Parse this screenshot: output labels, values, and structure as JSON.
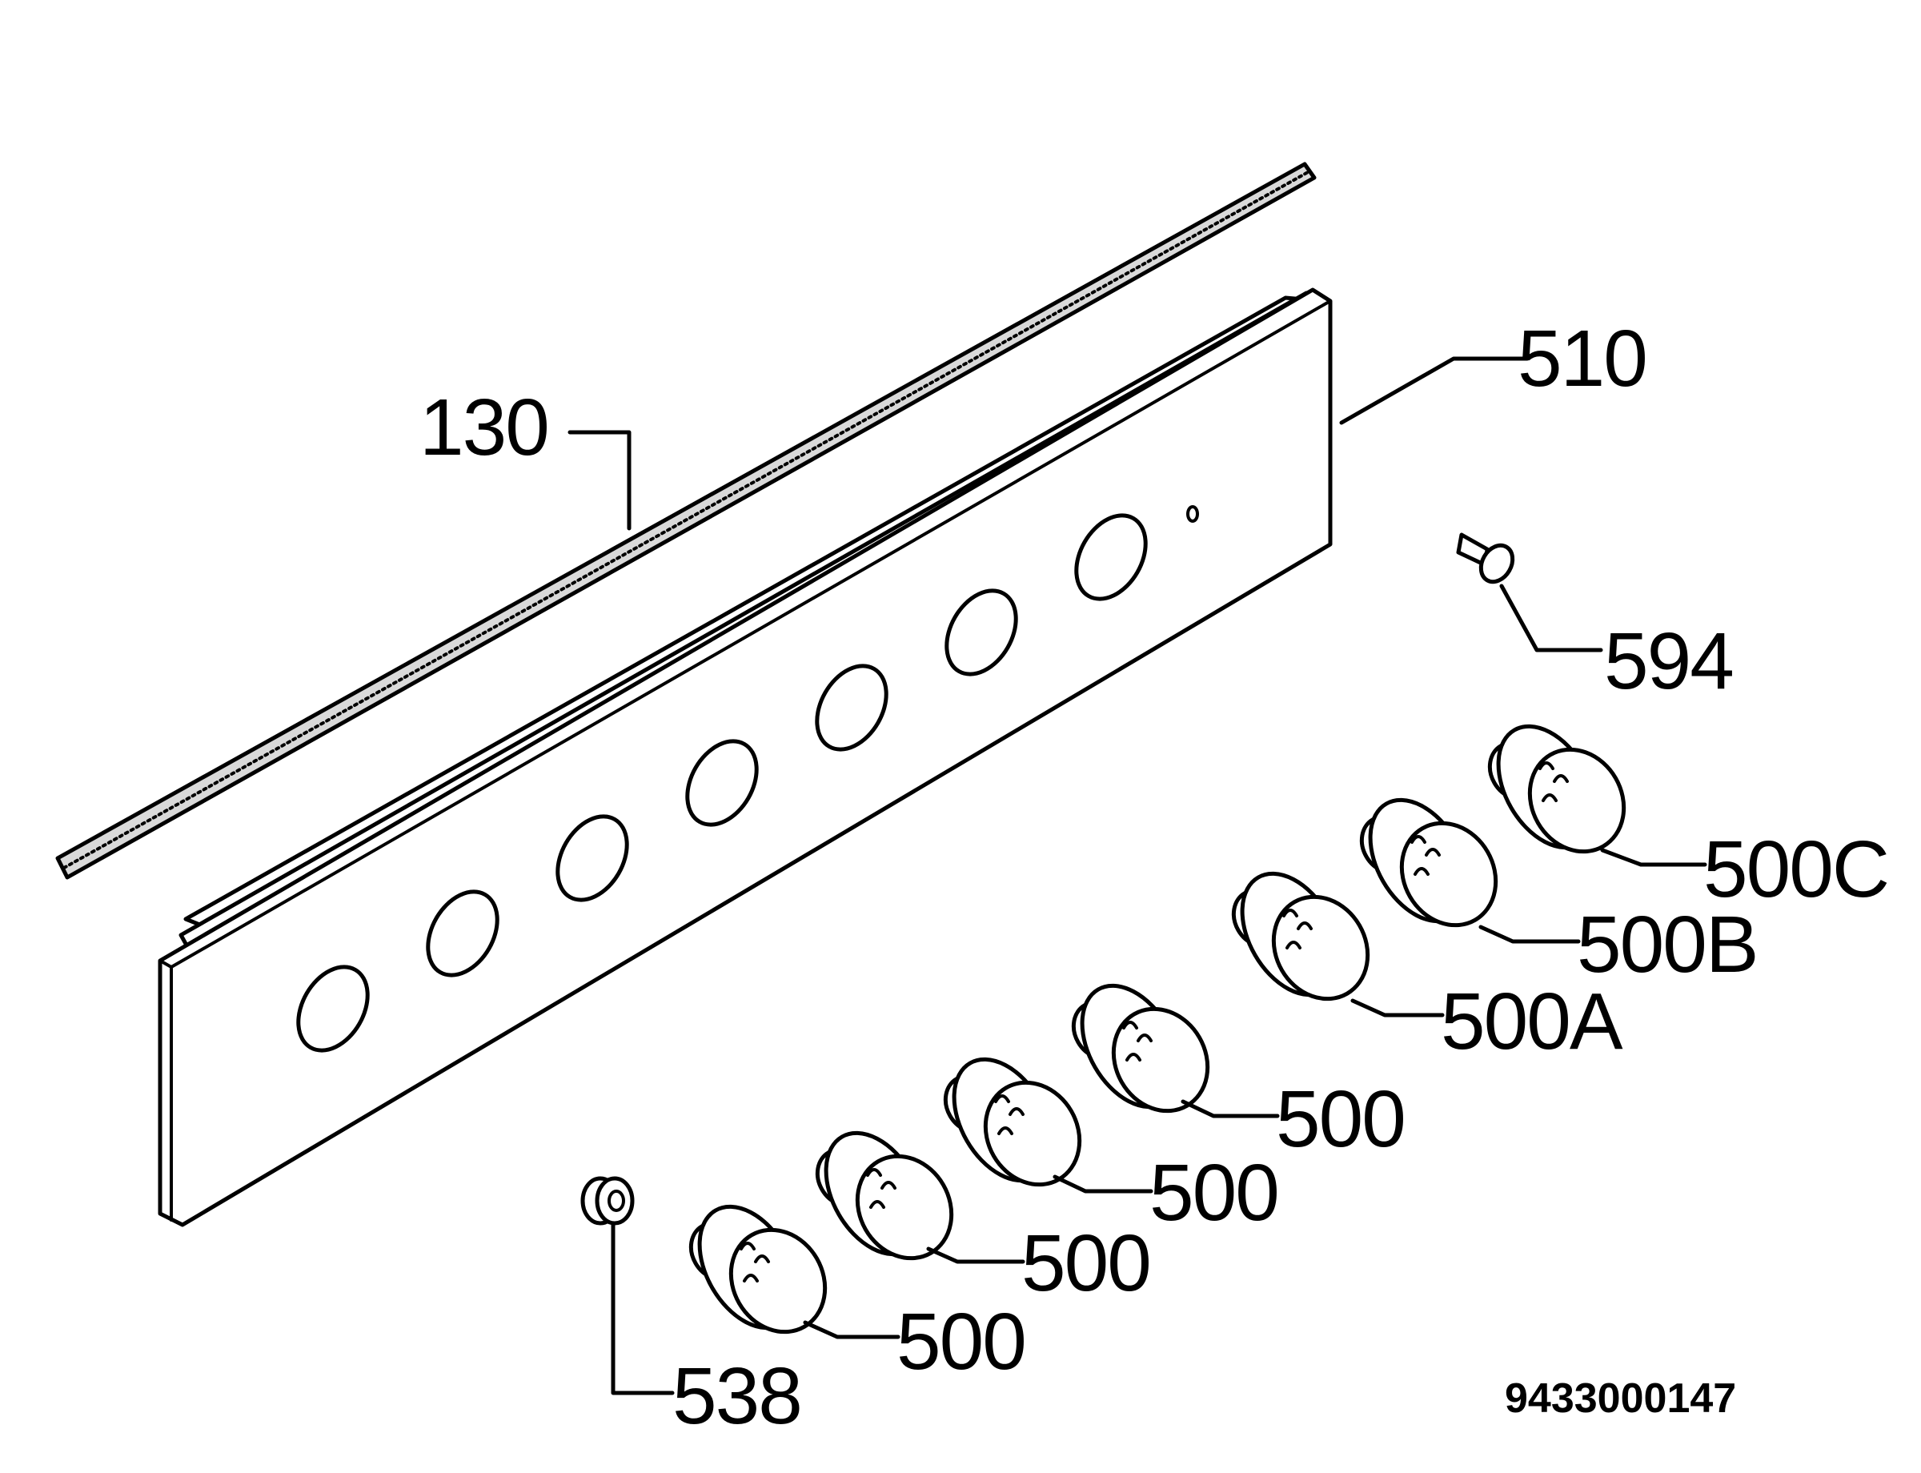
{
  "diagram": {
    "callouts": {
      "c130": "130",
      "c510": "510",
      "c594": "594",
      "c500c": "500C",
      "c500b": "500B",
      "c500a": "500A",
      "c500_1": "500",
      "c500_2": "500",
      "c500_3": "500",
      "c500_4": "500",
      "c538": "538"
    },
    "document_number": "9433000147"
  }
}
